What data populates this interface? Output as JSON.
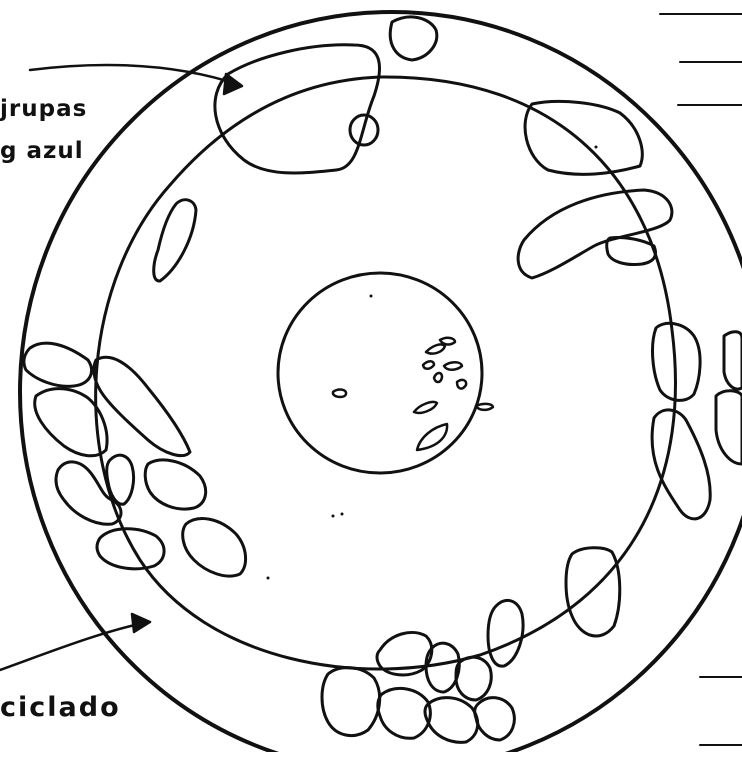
{
  "labels": {
    "top_line1": "jrupas",
    "top_line2": "g azul",
    "bottom": "ciclado"
  },
  "colors": {
    "ink": "#111111",
    "paper": "#ffffff"
  }
}
